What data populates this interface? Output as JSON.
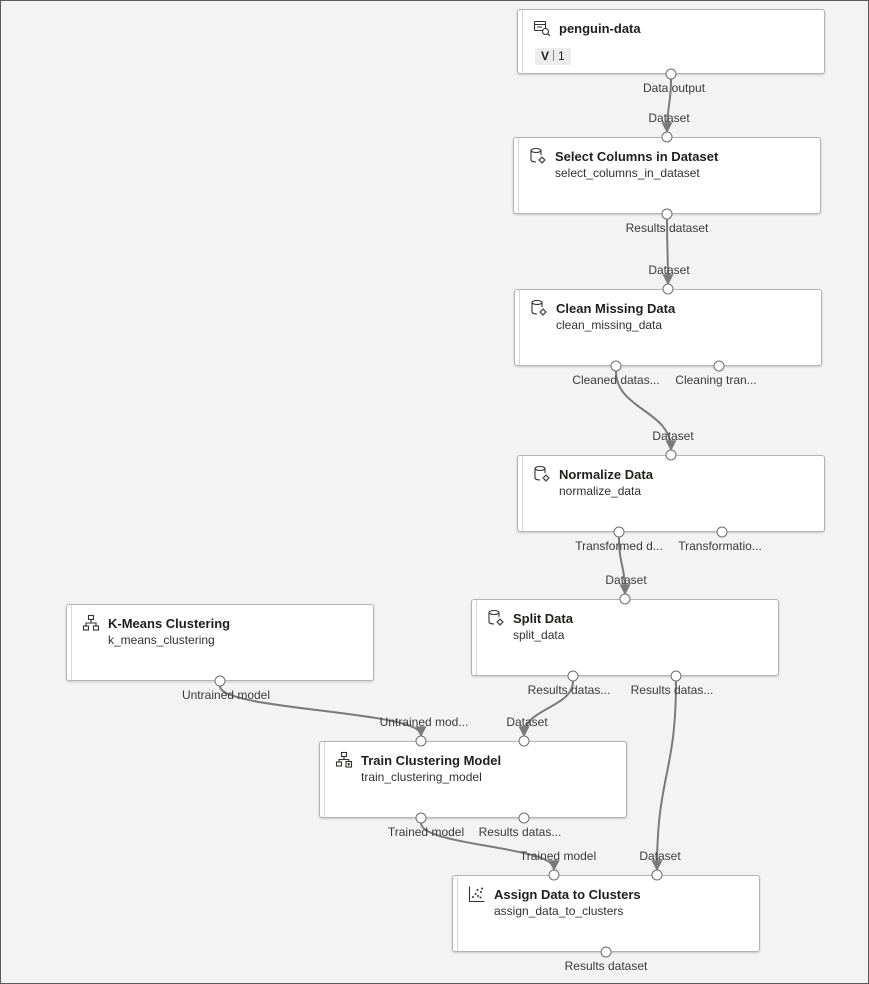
{
  "pipeline": {
    "nodes": [
      {
        "id": "penguin",
        "title": "penguin-data",
        "subtitle": "",
        "icon": "dataset-icon",
        "version": {
          "letter": "V",
          "number": "1"
        },
        "input_labels": [],
        "output_labels": [
          "Data output"
        ]
      },
      {
        "id": "select",
        "title": "Select Columns in Dataset",
        "subtitle": "select_columns_in_dataset",
        "icon": "data-transform-icon",
        "input_labels": [
          "Dataset"
        ],
        "output_labels": [
          "Results dataset"
        ]
      },
      {
        "id": "clean",
        "title": "Clean Missing Data",
        "subtitle": "clean_missing_data",
        "icon": "data-transform-icon",
        "input_labels": [
          "Dataset"
        ],
        "output_labels": [
          "Cleaned datas...",
          "Cleaning tran..."
        ]
      },
      {
        "id": "normalize",
        "title": "Normalize Data",
        "subtitle": "normalize_data",
        "icon": "data-transform-icon",
        "input_labels": [
          "Dataset"
        ],
        "output_labels": [
          "Transformed d...",
          "Transformatio..."
        ]
      },
      {
        "id": "split",
        "title": "Split Data",
        "subtitle": "split_data",
        "icon": "data-transform-icon",
        "input_labels": [
          "Dataset"
        ],
        "output_labels": [
          "Results datas...",
          "Results datas..."
        ]
      },
      {
        "id": "kmeans",
        "title": "K-Means Clustering",
        "subtitle": "k_means_clustering",
        "icon": "hierarchy-icon",
        "input_labels": [],
        "output_labels": [
          "Untrained model"
        ]
      },
      {
        "id": "train",
        "title": "Train Clustering Model",
        "subtitle": "train_clustering_model",
        "icon": "train-model-icon",
        "input_labels": [
          "Untrained mod...",
          "Dataset"
        ],
        "output_labels": [
          "Trained model",
          "Results datas..."
        ]
      },
      {
        "id": "assign",
        "title": "Assign Data to Clusters",
        "subtitle": "assign_data_to_clusters",
        "icon": "scatter-plot-icon",
        "input_labels": [
          "Trained model",
          "Dataset"
        ],
        "output_labels": [
          "Results dataset"
        ]
      }
    ],
    "connections": [
      {
        "from": "penguin.out.0",
        "to": "select.in.0"
      },
      {
        "from": "select.out.0",
        "to": "clean.in.0"
      },
      {
        "from": "clean.out.0",
        "to": "normalize.in.0"
      },
      {
        "from": "normalize.out.0",
        "to": "split.in.0"
      },
      {
        "from": "kmeans.out.0",
        "to": "train.in.0"
      },
      {
        "from": "split.out.0",
        "to": "train.in.1"
      },
      {
        "from": "split.out.1",
        "to": "assign.in.1"
      },
      {
        "from": "train.out.0",
        "to": "assign.in.0"
      }
    ],
    "colors": {
      "canvas": "#f3f3f3",
      "node_border": "#b4b4b4",
      "wire": "#7a7a7a"
    }
  }
}
